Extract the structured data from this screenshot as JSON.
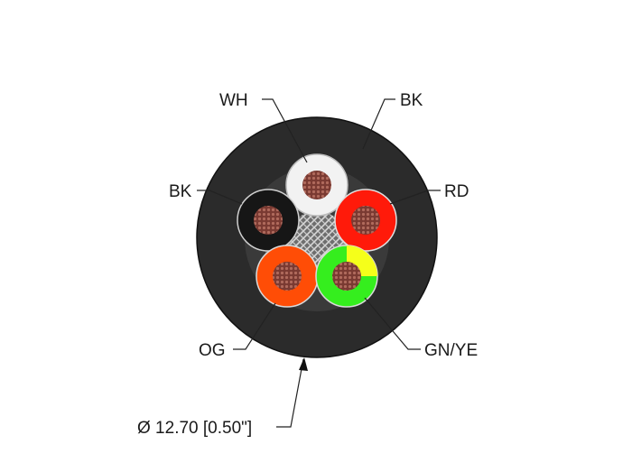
{
  "labels": {
    "wh": "WH",
    "bk_jacket": "BK",
    "bk_conductor": "BK",
    "rd": "RD",
    "og": "OG",
    "gnye": "GN/YE",
    "diameter": "Ø 12.70 [0.50\"]"
  },
  "colors": {
    "jacket": "#2b2b2b",
    "white": "#f2f2f2",
    "black": "#161616",
    "red": "#ff1a0a",
    "orange": "#ff4d06",
    "green": "#35ee1e",
    "yellow": "#f5ff1a",
    "copper": "#8c4a3e",
    "filler": "#8a8a8a"
  }
}
